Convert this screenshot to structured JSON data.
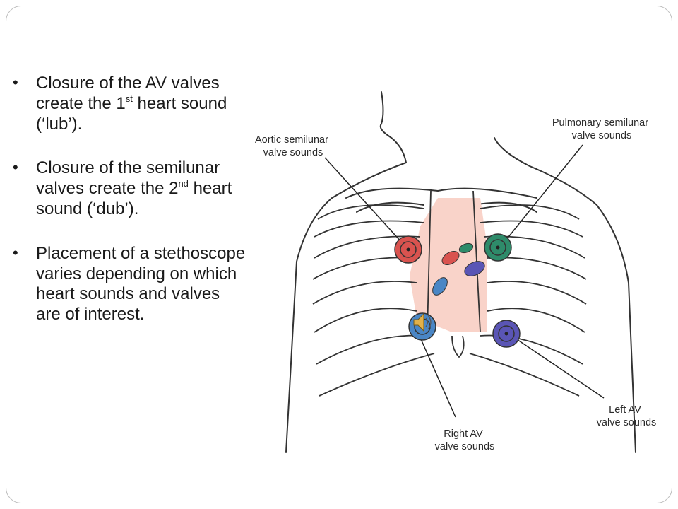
{
  "bullets": [
    {
      "text": "Closure of the AV valves create the 1",
      "sup": "st",
      "tail": " heart sound (‘lub’)."
    },
    {
      "text": "Closure of the semilunar valves create the 2",
      "sup": "nd",
      "tail": " heart sound (‘dub’)."
    },
    {
      "text": "Placement of a stethoscope varies depending on which heart sounds and valves are of interest.",
      "sup": "",
      "tail": ""
    }
  ],
  "bullet_char": "•",
  "labels": {
    "aortic": [
      "Aortic semilunar",
      "valve sounds"
    ],
    "pulmonary": [
      "Pulmonary semilunar",
      "valve sounds"
    ],
    "right_av": [
      "Right AV",
      "valve sounds"
    ],
    "left_av": [
      "Left AV",
      "valve sounds"
    ]
  },
  "colors": {
    "aortic": "#d9534f",
    "pulmonary": "#2e8b6a",
    "right_av": "#4a86c5",
    "left_av": "#5a55b5",
    "heart_region": "#f9d3c9"
  },
  "icons": [
    "speaker-icon"
  ]
}
